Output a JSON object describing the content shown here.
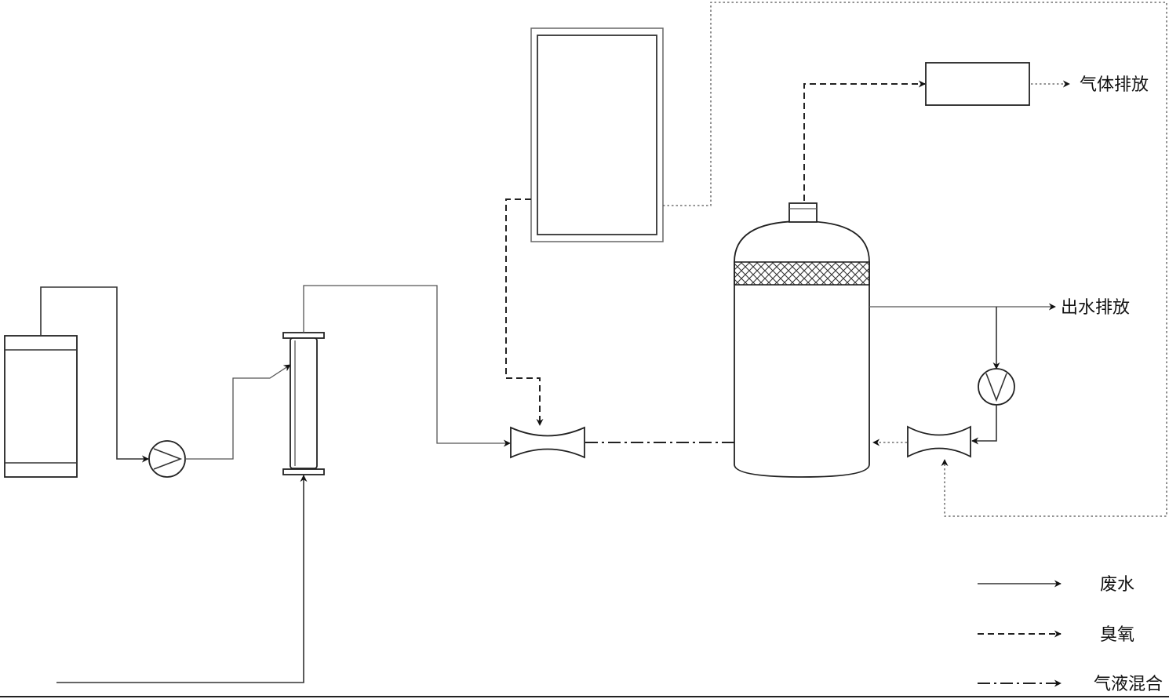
{
  "labels": {
    "gas_exhaust": "气体排放",
    "water_outlet": "出水排放"
  },
  "legend": [
    {
      "label": "废水",
      "style": "solid"
    },
    {
      "label": "臭氧",
      "style": "dashed"
    },
    {
      "label": "气液混合",
      "style": "dash-dot"
    }
  ],
  "colors": {
    "line": "#222222",
    "background": "#ffffff"
  }
}
